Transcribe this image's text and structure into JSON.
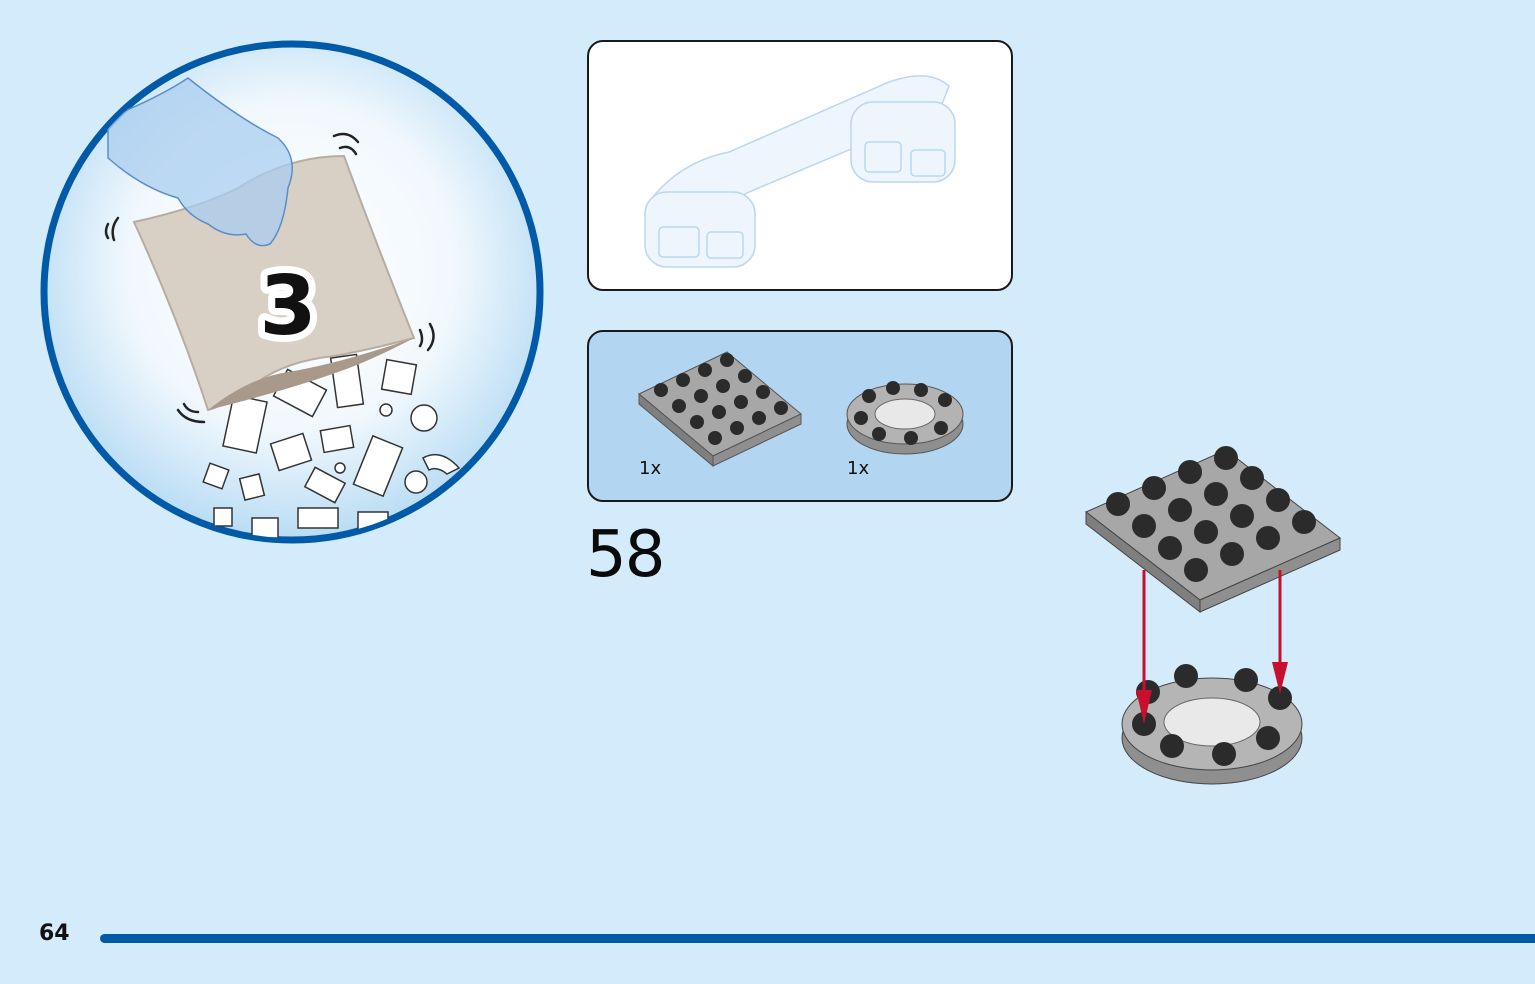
{
  "bag": {
    "number": "3"
  },
  "parts": [
    {
      "name": "plate-4x4-dark-gray",
      "qty": "1x"
    },
    {
      "name": "round-plate-4x4-with-hole",
      "qty": "1x"
    }
  ],
  "step": {
    "number": "58"
  },
  "page": {
    "number": "64"
  },
  "colors": {
    "background": "#d3ebfa",
    "accent_blue": "#005aa8",
    "arrow_red": "#c8102e",
    "brick_gray": "#9c9c9c",
    "stud_dark": "#2b2b2b"
  }
}
